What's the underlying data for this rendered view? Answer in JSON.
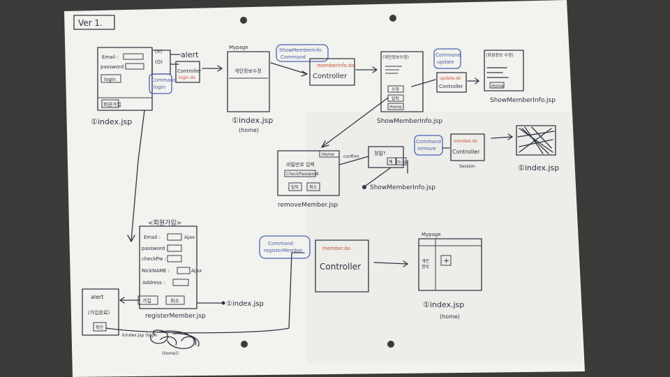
{
  "labels": {
    "version": "Ver 1.",
    "login_email": "Email :",
    "login_password": "password :",
    "login_button": "login",
    "login_join": "회원가입",
    "alert_x": "(X)",
    "alert_o": "(O)",
    "alert": "alert",
    "command_login": "Command\nlogin",
    "controller_login": "Controller",
    "controller_login_sub": "login.do",
    "index_jsp_1": "①index.jsp",
    "mypage_label_1": "Mypage",
    "mypage_info": "개인정보수정",
    "index_jsp_home": "①index.jsp",
    "home_label_1": "(home)",
    "cmd_show_member": "ShowMemberInfo\nCommand",
    "memberinfo_do": "memberinfo.do",
    "controller_main": "Controller",
    "show_member_header": "(개인정보수정)",
    "show_btn_modify": "수정",
    "show_btn_delete": "탈퇴",
    "show_btn_home": "Home",
    "show_member_jsp": "ShowMemberInfo.jsp",
    "cmd_update": "Command\nupdate",
    "update_do": "update.do",
    "controller_update": "Controller",
    "show_member_result_header": "(회원정보 수정)",
    "result_home": "Home",
    "show_member_jsp_2": "ShowMemberInfo.jsp",
    "remove_home": "Home",
    "remove_question": "비밀번호 입력",
    "remove_check": "CheckPassword",
    "remove_btn_delete": "탈퇴",
    "remove_btn_cancel": "취소",
    "remove_member_jsp": "removeMember.jsp",
    "confirm_label": "confirm",
    "dialog_confirm": "정말?",
    "dialog_yes": "예",
    "dialog_no": "아니오",
    "cmd_remove": "Command\nremove",
    "member_do_2": "member.do",
    "controller_remove": "Controller",
    "session_label": "Session",
    "show_member_jsp_3": "ShowMemberInfo.jsp",
    "index_jsp_4": "①index.jsp",
    "reg_header": "<회원가입>",
    "reg_email": "Email :",
    "reg_password": "password :",
    "reg_checkpw": "checkPw :",
    "reg_nickname": "NickNAME :",
    "reg_address": "Address :",
    "reg_ajax": "Ajax",
    "reg_ajax_2": "Ajax",
    "reg_btn_join": "가입",
    "reg_btn_cancel": "취소",
    "index_jsp_5": "①index.jsp",
    "register_member_jsp": "registerMember.jsp",
    "alert_box_title": "alert",
    "alert_box_msg": "(가입완료)",
    "alert_box_ok": "확인",
    "cmd_register": "Command\nregisterMember",
    "member_do_3": "member.do",
    "controller_register": "Controller",
    "mypage_label_2": "Mypage",
    "mypage_side": "개인\n정보",
    "plus": "+",
    "index_jsp_6": "①index.jsp",
    "home_label_2": "(home)",
    "scribble_note": "①index.jsp (login\n(home))"
  },
  "colors": {
    "paper": "#f4f4f0",
    "ink": "#2f3442",
    "red": "#c8503a",
    "blue": "#4a63b5"
  }
}
